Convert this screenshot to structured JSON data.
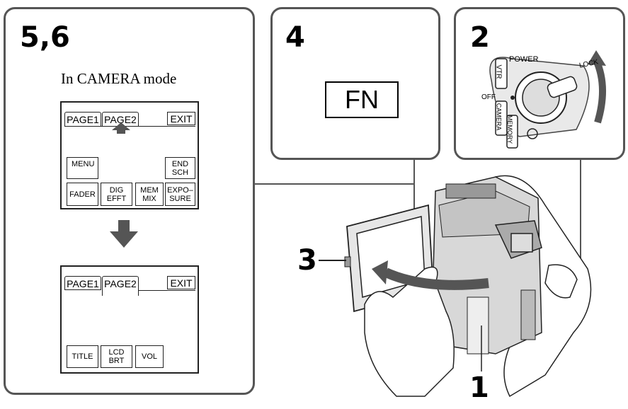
{
  "steps": {
    "panel_left": "5,6",
    "panel_fn": "4",
    "panel_power": "2",
    "callout_side": "3",
    "callout_bottom": "1"
  },
  "caption": "In CAMERA mode",
  "screen_top": {
    "tabs": [
      "PAGE1",
      "PAGE2"
    ],
    "exit": "EXIT",
    "buttons": {
      "menu": "MENU",
      "end_sch": "END\nSCH",
      "fader": "FADER",
      "dig_efft": "DIG\nEFFT",
      "mem_mix": "MEM\nMIX",
      "exposure": "EXPO–\nSURE"
    }
  },
  "screen_bottom": {
    "tabs": [
      "PAGE1",
      "PAGE2"
    ],
    "exit": "EXIT",
    "buttons": {
      "title": "TITLE",
      "lcd_brt": "LCD\nBRT",
      "vol": "VOL"
    }
  },
  "fn_button": "FN",
  "power_switch": {
    "power": "POWER",
    "lock": "LOCK",
    "vtr": "VTR",
    "off": "OFF",
    "camera": "CAMERA",
    "memory": "MEMORY"
  }
}
